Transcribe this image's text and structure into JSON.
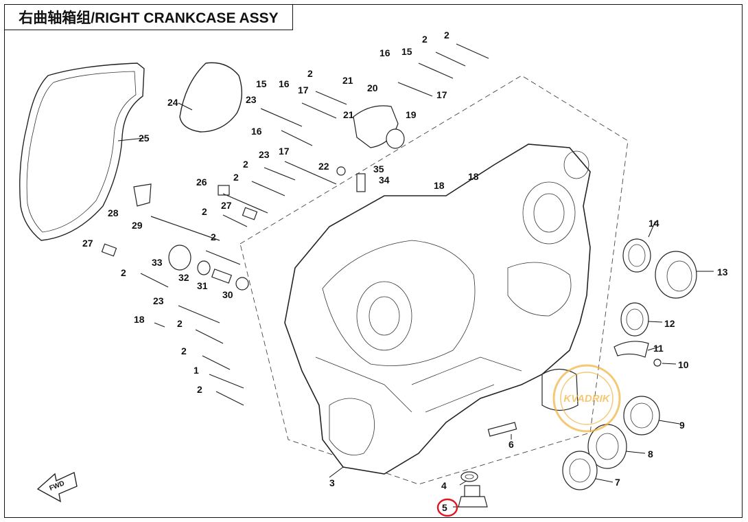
{
  "title": "右曲轴箱组/RIGHT CRANKCASE ASSY",
  "fwd_label": "FWD",
  "watermark_text": "KVADRIK",
  "highlight_color": "#e0141e",
  "highlighted_part": "5",
  "callouts": [
    {
      "id": "c2a",
      "label": "2"
    },
    {
      "id": "c2b",
      "label": "2"
    },
    {
      "id": "c2c",
      "label": "2"
    },
    {
      "id": "c2d",
      "label": "2"
    },
    {
      "id": "c2e",
      "label": "2"
    },
    {
      "id": "c2f",
      "label": "2"
    },
    {
      "id": "c2g",
      "label": "2"
    },
    {
      "id": "c2h",
      "label": "2"
    },
    {
      "id": "c2i",
      "label": "2"
    },
    {
      "id": "c2j",
      "label": "2"
    },
    {
      "id": "c2k",
      "label": "2"
    },
    {
      "id": "c1",
      "label": "1"
    },
    {
      "id": "c3",
      "label": "3"
    },
    {
      "id": "c4",
      "label": "4"
    },
    {
      "id": "c5",
      "label": "5"
    },
    {
      "id": "c6",
      "label": "6"
    },
    {
      "id": "c7",
      "label": "7"
    },
    {
      "id": "c8",
      "label": "8"
    },
    {
      "id": "c9",
      "label": "9"
    },
    {
      "id": "c10",
      "label": "10"
    },
    {
      "id": "c11",
      "label": "11"
    },
    {
      "id": "c12",
      "label": "12"
    },
    {
      "id": "c13",
      "label": "13"
    },
    {
      "id": "c14",
      "label": "14"
    },
    {
      "id": "c15a",
      "label": "15"
    },
    {
      "id": "c15b",
      "label": "15"
    },
    {
      "id": "c16a",
      "label": "16"
    },
    {
      "id": "c16b",
      "label": "16"
    },
    {
      "id": "c16c",
      "label": "16"
    },
    {
      "id": "c17a",
      "label": "17"
    },
    {
      "id": "c17b",
      "label": "17"
    },
    {
      "id": "c17c",
      "label": "17"
    },
    {
      "id": "c18a",
      "label": "18"
    },
    {
      "id": "c18b",
      "label": "18"
    },
    {
      "id": "c18c",
      "label": "18"
    },
    {
      "id": "c19",
      "label": "19"
    },
    {
      "id": "c20",
      "label": "20"
    },
    {
      "id": "c21a",
      "label": "21"
    },
    {
      "id": "c21b",
      "label": "21"
    },
    {
      "id": "c22",
      "label": "22"
    },
    {
      "id": "c23a",
      "label": "23"
    },
    {
      "id": "c23b",
      "label": "23"
    },
    {
      "id": "c23c",
      "label": "23"
    },
    {
      "id": "c24",
      "label": "24"
    },
    {
      "id": "c25",
      "label": "25"
    },
    {
      "id": "c26",
      "label": "26"
    },
    {
      "id": "c27a",
      "label": "27"
    },
    {
      "id": "c27b",
      "label": "27"
    },
    {
      "id": "c28",
      "label": "28"
    },
    {
      "id": "c29",
      "label": "29"
    },
    {
      "id": "c30",
      "label": "30"
    },
    {
      "id": "c31",
      "label": "31"
    },
    {
      "id": "c32",
      "label": "32"
    },
    {
      "id": "c33",
      "label": "33"
    },
    {
      "id": "c34",
      "label": "34"
    },
    {
      "id": "c35",
      "label": "35"
    }
  ]
}
